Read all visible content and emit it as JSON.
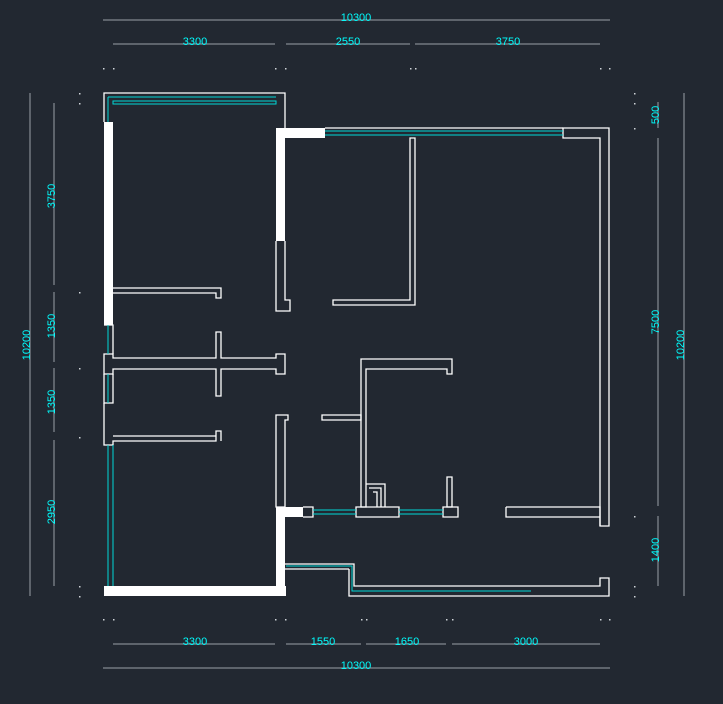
{
  "plan": {
    "top_dims": {
      "overall": "10300",
      "segments": [
        "3300",
        "2550",
        "3750"
      ]
    },
    "bottom_dims": {
      "overall": "10300",
      "segments": [
        "3300",
        "1550",
        "1650",
        "3000"
      ]
    },
    "left_dims": {
      "overall": "10200",
      "segments": [
        "3750",
        "1350",
        "1350",
        "2950"
      ]
    },
    "right_dims": {
      "overall": "10200",
      "segments": [
        "500",
        "7500",
        "1400"
      ]
    }
  },
  "colors": {
    "background": "#222831",
    "dimension_text": "#00ffff",
    "wall": "#ffffff",
    "glazing": "#00d8d8"
  }
}
